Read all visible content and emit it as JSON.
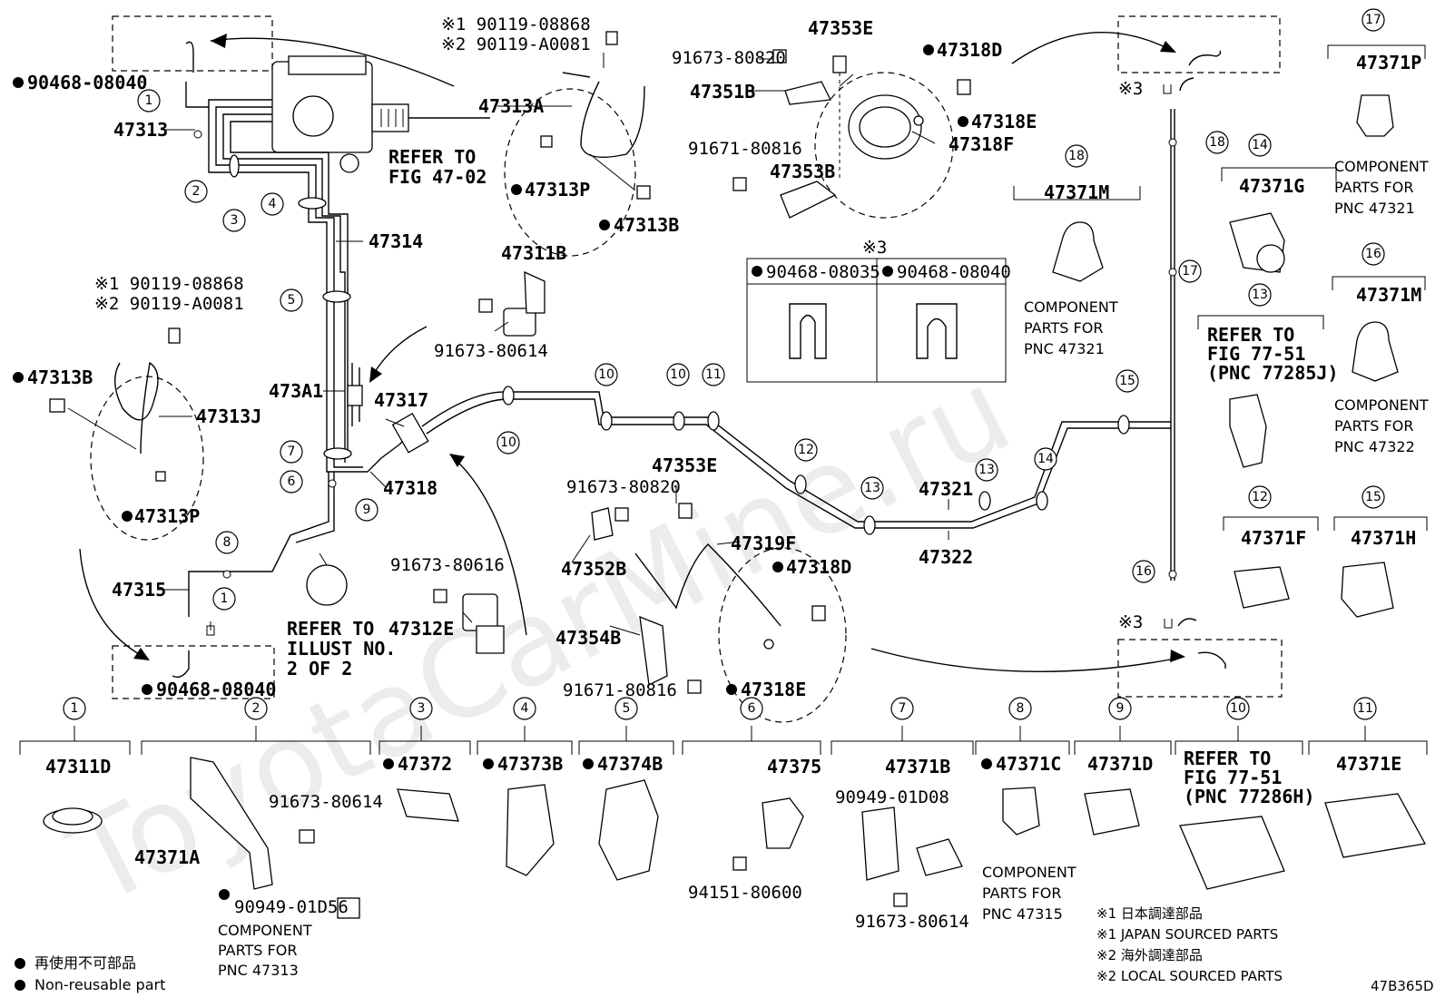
{
  "diagram_id": "47B365D",
  "watermark": "ToyotaCarMine.ru",
  "labels": {
    "p90468_08040_top": "90468-08040",
    "p47313": "47313",
    "p47314": "47314",
    "p473A1": "473A1",
    "p47315": "47315",
    "p90468_08040_bot": "90468-08040",
    "p47313A": "47313A",
    "p47313P_a": "47313P",
    "p47313B_a": "47313B",
    "j1_a": "※1 90119-08868",
    "j2_a": "※2 90119-A0081",
    "j1_b": "※1 90119-08868",
    "j2_b": "※2 90119-A0081",
    "p47313B_b": "47313B",
    "p47313J": "47313J",
    "p47313P_b": "47313P",
    "p47311B": "47311B",
    "p91673_80614_a": "91673-80614",
    "p47317": "47317",
    "p47318": "47318",
    "p91673_80616": "91673-80616",
    "p47312E": "47312E",
    "p91673_80820_a": "91673-80820",
    "p47353E_a": "47353E",
    "p47351B": "47351B",
    "p91671_80816_a": "91671-80816",
    "p47353B": "47353B",
    "p47318D_a": "47318D",
    "p47318E_a": "47318E",
    "p47318F": "47318F",
    "p91673_80820_b": "91673-80820",
    "p47353E_b": "47353E",
    "p47352B": "47352B",
    "p47319F": "47319F",
    "p47318D_b": "47318D",
    "p47354B": "47354B",
    "p91671_80816_b": "91671-80816",
    "p47318E_b": "47318E",
    "p47321": "47321",
    "p47322": "47322",
    "refer_fig_47_02_a": "REFER TO",
    "refer_fig_47_02_b": "FIG 47-02",
    "refer_illust_a": "REFER TO",
    "refer_illust_b": "ILLUST NO.",
    "refer_illust_c": "2 OF 2",
    "note3_mark": "※3",
    "note3_a": "90468-08035",
    "note3_b": "90468-08040",
    "p47371M_a": "47371M",
    "comp_a1": "COMPONENT",
    "comp_a2": "PARTS FOR",
    "comp_a3": "PNC 47321",
    "p47371G": "47371G",
    "p47371P": "47371P",
    "comp_b1": "COMPONENT",
    "comp_b2": "PARTS FOR",
    "comp_b3": "PNC 47321",
    "refer_77_51_a": "REFER TO",
    "refer_77_51_b": "FIG 77-51",
    "refer_77_51_c": "(PNC 77285J)",
    "p47371M_b": "47371M",
    "comp_c1": "COMPONENT",
    "comp_c2": "PARTS FOR",
    "comp_c3": "PNC 47322",
    "p47371F": "47371F",
    "p47371H": "47371H",
    "mark3_top": "※3",
    "mark3_bot": "※3",
    "b1": "47311D",
    "b2_a": "91673-80614",
    "b2_b": "47371A",
    "b2_c": "90949-01D56",
    "b2_comp1": "COMPONENT",
    "b2_comp2": "PARTS FOR",
    "b2_comp3": "PNC 47313",
    "b3": "47372",
    "b4": "47373B",
    "b5": "47374B",
    "b6_a": "47375",
    "b6_b": "94151-80600",
    "b7_a": "47371B",
    "b7_b": "90949-01D08",
    "b7_c": "91673-80614",
    "b8": "47371C",
    "b8_comp1": "COMPONENT",
    "b8_comp2": "PARTS FOR",
    "b8_comp3": "PNC 47315",
    "b9": "47371D",
    "b10_a": "REFER TO",
    "b10_b": "FIG 77-51",
    "b10_c": "(PNC 77286H)",
    "b11": "47371E",
    "legend_jp": "再使用不可部品",
    "legend_en": "Non-reusable part",
    "note_j1_jp": "※1 日本調達部品",
    "note_j1_en": "※1 JAPAN SOURCED PARTS",
    "note_j2_jp": "※2 海外調達部品",
    "note_j2_en": "※2 LOCAL SOURCED PARTS"
  },
  "callouts": [
    "1",
    "2",
    "3",
    "4",
    "5",
    "6",
    "7",
    "8",
    "9",
    "10",
    "11",
    "12",
    "13",
    "14",
    "15",
    "16",
    "17",
    "18"
  ]
}
